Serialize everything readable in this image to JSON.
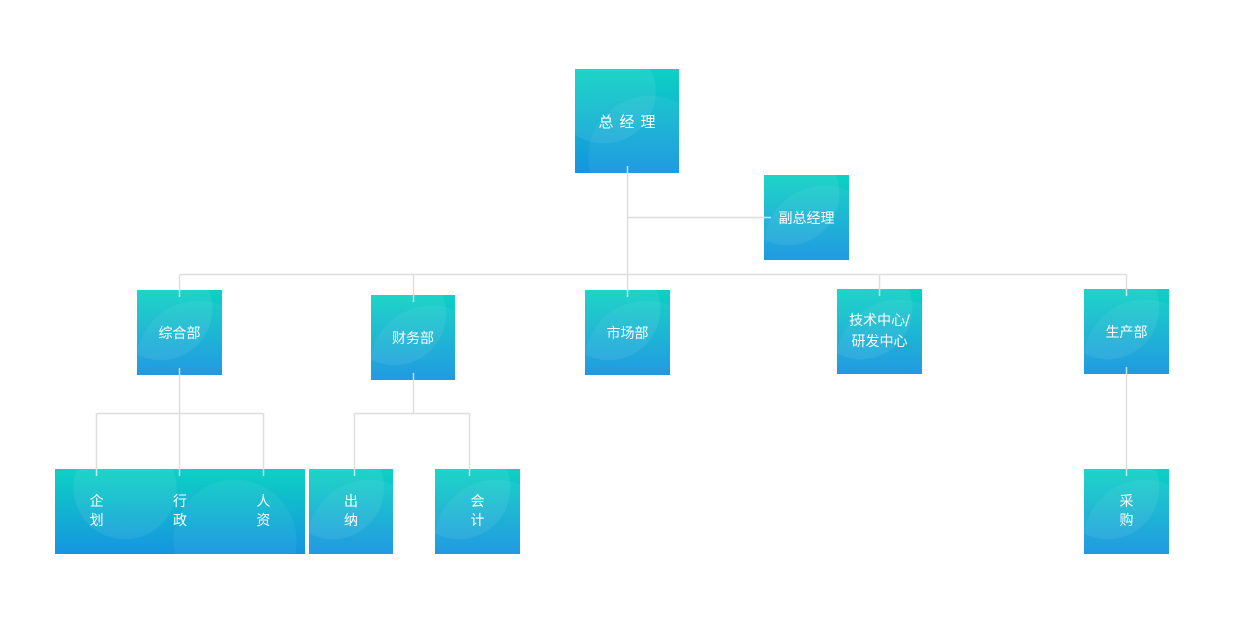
{
  "palette": {
    "box_gradient_top": "#0dd1c3",
    "box_gradient_bottom": "#1694e0",
    "connector_color": "#dedede",
    "text_color": "#ffffff",
    "canvas_background": "#ffffff"
  },
  "org_chart": {
    "general_manager": {
      "label": "总经理"
    },
    "deputy_general_manager": {
      "label": "副总经理"
    },
    "departments": [
      {
        "label": "综合部"
      },
      {
        "label": "财务部"
      },
      {
        "label": "市场部"
      },
      {
        "label": "技术中心/\n研发中心"
      },
      {
        "label": "生产部"
      }
    ],
    "general_dept_units": [
      {
        "label": "企划"
      },
      {
        "label": "行政"
      },
      {
        "label": "人资"
      }
    ],
    "finance_dept_units": [
      {
        "label": "出纳"
      },
      {
        "label": "会计"
      }
    ],
    "production_dept_units": [
      {
        "label": "采购"
      }
    ]
  }
}
